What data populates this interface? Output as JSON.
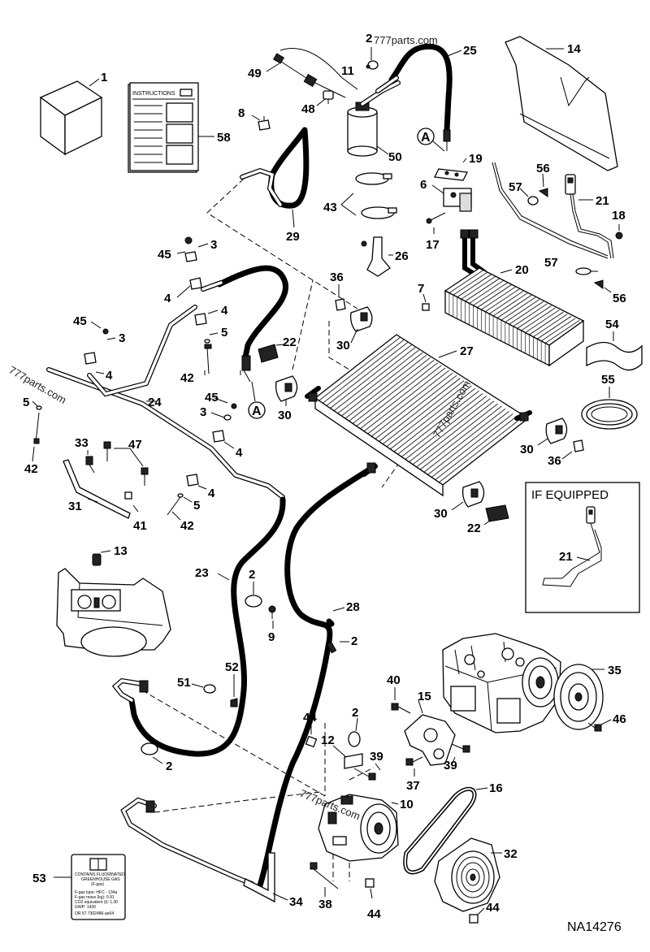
{
  "callouts": {
    "c1": "1",
    "c2a": "2",
    "c2b": "2",
    "c2c": "2",
    "c2d": "2",
    "c2e": "2",
    "c3a": "3",
    "c3b": "3",
    "c3c": "3",
    "c4a": "4",
    "c4b": "4",
    "c4c": "4",
    "c4d": "4",
    "c4e": "4",
    "c5a": "5",
    "c5b": "5",
    "c5c": "5",
    "c6": "6",
    "c7": "7",
    "c8": "8",
    "c9": "9",
    "c10": "10",
    "c11": "11",
    "c12": "12",
    "c13": "13",
    "c14": "14",
    "c15": "15",
    "c16": "16",
    "c17": "17",
    "c18": "18",
    "c19": "19",
    "c20": "20",
    "c21a": "21",
    "c21b": "21",
    "c22a": "22",
    "c22b": "22",
    "c23": "23",
    "c24": "24",
    "c25": "25",
    "c26": "26",
    "c27": "27",
    "c28": "28",
    "c29": "29",
    "c30a": "30",
    "c30b": "30",
    "c30c": "30",
    "c30d": "30",
    "c31": "31",
    "c32": "32",
    "c33": "33",
    "c34": "34",
    "c35": "35",
    "c36a": "36",
    "c36b": "36",
    "c37": "37",
    "c38": "38",
    "c39a": "39",
    "c39b": "39",
    "c40": "40",
    "c41": "41",
    "c42a": "42",
    "c42b": "42",
    "c42c": "42",
    "c43": "43",
    "c44a": "44",
    "c44b": "44",
    "c44c": "44",
    "c45a": "45",
    "c45b": "45",
    "c45c": "45",
    "c46": "46",
    "c47": "47",
    "c48": "48",
    "c49": "49",
    "c50": "50",
    "c51": "51",
    "c52": "52",
    "c53": "53",
    "c54": "54",
    "c55": "55",
    "c56a": "56",
    "c56b": "56",
    "c57a": "57",
    "c57b": "57",
    "c58": "58",
    "refA1": "A",
    "refA2": "A"
  },
  "instructions_title": "INSTRUCTIONS",
  "if_equipped": "IF EQUIPPED",
  "drawing_number": "NA14276",
  "decal": {
    "line1": "CONTAINS FLUORINATED",
    "line2": "GREENHOUSE GAS",
    "line3": "(F-gas)",
    "rows": [
      "F-gas type: HFC - 134a",
      "F-gas mass (kg): 0.91",
      "CO2 equivalent (t): 1.30",
      "GWP: 1430",
      "OR 57    7302486-ae04"
    ]
  },
  "watermarks": {
    "w1": "777parts.com",
    "w2": "777parts.com",
    "w3": "777parts.com",
    "w4": "777parts.com"
  },
  "colors": {
    "line": "#000000",
    "background": "#ffffff"
  }
}
